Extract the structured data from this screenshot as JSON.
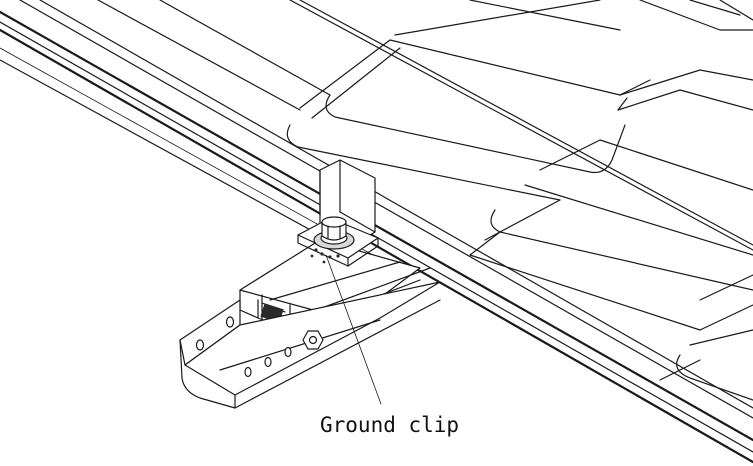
{
  "callout": {
    "label": "Ground clip",
    "points_to": "ground-clip"
  },
  "parts": [
    "solar-panel",
    "panel-frame",
    "mid-clamp",
    "ground-clip",
    "rail",
    "bracket",
    "bolt"
  ],
  "colors": {
    "line": "#1a1a1a",
    "background": "#ffffff"
  }
}
